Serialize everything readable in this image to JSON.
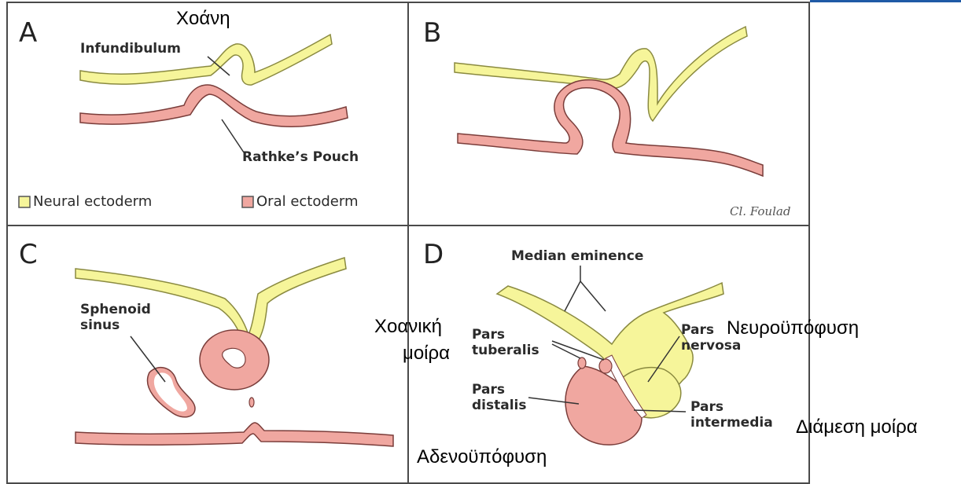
{
  "panels": {
    "a": {
      "letter": "A"
    },
    "b": {
      "letter": "B"
    },
    "c": {
      "letter": "C"
    },
    "d": {
      "letter": "D"
    }
  },
  "labels": {
    "infundibulum": "Infundibulum",
    "rathkes_pouch": "Rathke’s Pouch",
    "sphenoid_sinus": [
      "Sphenoid",
      "sinus"
    ],
    "median_eminence": "Median eminence",
    "pars_tuberalis": [
      "Pars",
      "tuberalis"
    ],
    "pars_nervosa": [
      "Pars",
      "nervosa"
    ],
    "pars_distalis": [
      "Pars",
      "distalis"
    ],
    "pars_intermedia": [
      "Pars",
      "intermedia"
    ]
  },
  "legend": {
    "neural": "Neural ectoderm",
    "oral": "Oral ectoderm"
  },
  "signature": "Cl. Foulad",
  "greek_labels": {
    "choani": "Χοάνη",
    "choaniki_1": "Χοανική",
    "choaniki_2": "μοίρα",
    "neurohypophysis": "Νευροϋπόφυση",
    "intermediate_lobe": "Διάμεση μοίρα",
    "adenohypophysis": "Αδενοϋπόφυση"
  },
  "colors": {
    "neural_fill": "#f6f59a",
    "oral_fill": "#f0a7a0",
    "outline": "#7a3d3a",
    "border": "#4a4a4a",
    "accent": "#1f5aa6"
  }
}
